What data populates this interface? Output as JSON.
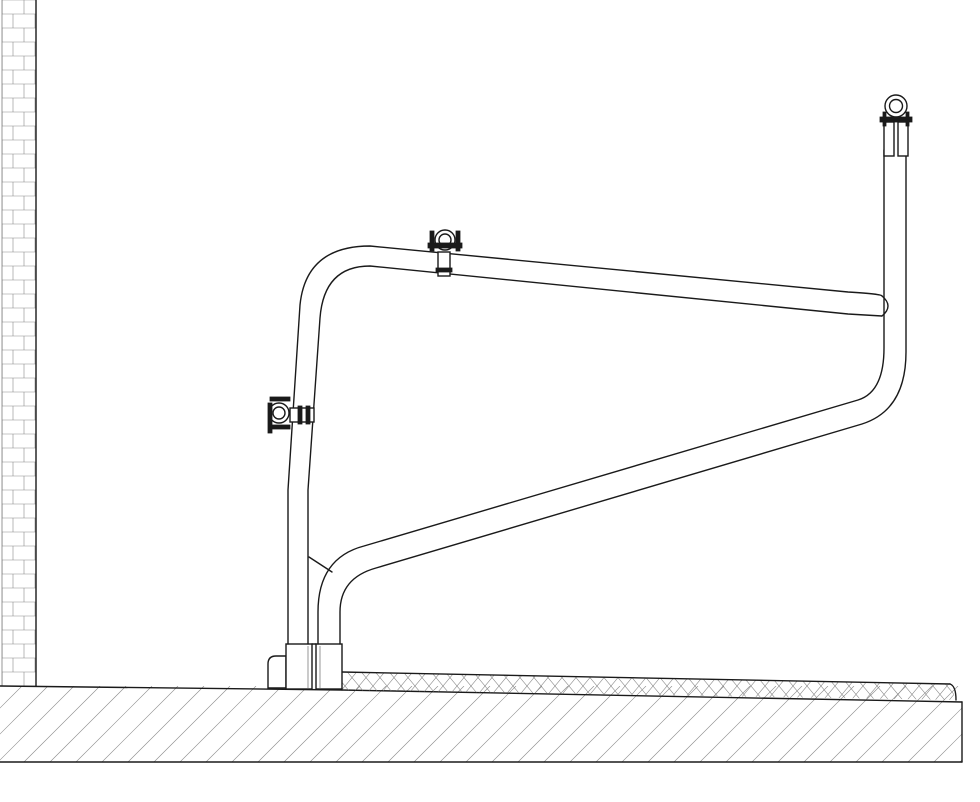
{
  "drawing": {
    "colors": {
      "line": "#1a1a1a",
      "hatch": "#8a8a8a",
      "background": "#ffffff"
    },
    "icons": [
      "brick-wall",
      "concrete-floor",
      "pipe-clamp-icon",
      "base-plate"
    ]
  }
}
